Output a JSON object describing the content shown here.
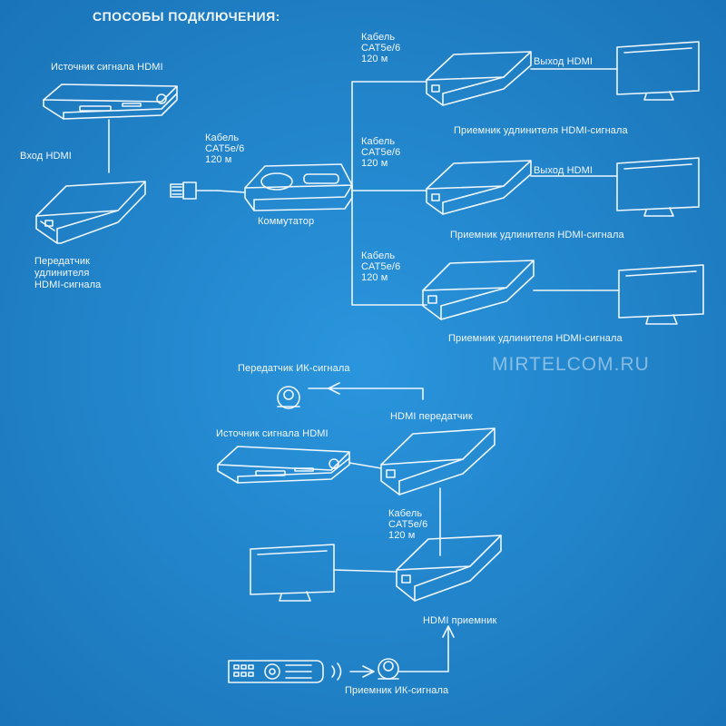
{
  "title": "СПОСОБЫ ПОДКЛЮЧЕНИЯ:",
  "watermark": "MIRTELCOM.RU",
  "colors": {
    "background": "#1f86cf",
    "line": "#eef6fb",
    "text": "#f2f8fc"
  },
  "diagram1": {
    "source_label": "Источник сигнала HDMI",
    "input_label": "Вход HDMI",
    "transmitter_label": "Передатчик\nудлинителя\nHDMI-сигнала",
    "cable_label": "Кабель\nCAT5e/6\n120 м",
    "switch_label": "Коммутатор",
    "branches": [
      {
        "cable_label": "Кабель\nCAT5e/6\n120 м",
        "output_label": "Выход HDMI",
        "receiver_label": "Приемник удлинителя  HDMI-сигнала"
      },
      {
        "cable_label": "Кабель\nCAT5e/6\n120 м",
        "output_label": "Выход HDMI",
        "receiver_label": "Приемник удлинителя  HDMI-сигнала"
      },
      {
        "cable_label": "Кабель\nCAT5e/6\n120 м",
        "output_label": "",
        "receiver_label": "Приемник удлинителя  HDMI-сигнала"
      }
    ]
  },
  "diagram2": {
    "ir_transmitter_label": "Передатчик ИК-сигнала",
    "hdmi_transmitter_label": "HDMI передатчик",
    "source_label": "Источник сигнала HDMI",
    "cable_label": "Кабель\nCAT5e/6\n120 м",
    "hdmi_receiver_label": "HDMI приемник",
    "ir_receiver_label": "Приемник ИК-сигнала"
  },
  "icons": [
    "dvd-player-icon",
    "extender-box-icon",
    "monitor-icon",
    "rj45-plug-icon",
    "network-switch-icon",
    "ir-sensor-icon",
    "remote-control-icon",
    "ir-waves-icon"
  ]
}
